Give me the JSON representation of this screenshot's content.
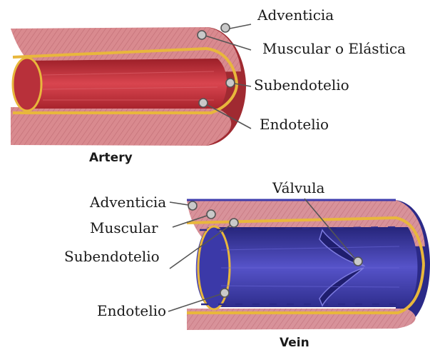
{
  "artery": {
    "caption": "Artery",
    "labels": {
      "adventicia": "Adventicia",
      "muscular": "Muscular o Elástica",
      "subendotelio": "Subendotelio",
      "endotelio": "Endotelio"
    }
  },
  "vein": {
    "caption": "Vein",
    "labels": {
      "valvula": "Válvula",
      "adventicia": "Adventicia",
      "muscular": "Muscular",
      "subendotelio": "Subendotelio",
      "endotelio": "Endotelio"
    }
  },
  "colors": {
    "artery_wall": "#d98a8f",
    "artery_lumen": "#c8353f",
    "artery_end": "#a02a31",
    "vein_wall": "#d8929a",
    "vein_lumen": "#3f3dae",
    "vein_end": "#2b2a88",
    "subendothelium": "#e8b73c"
  }
}
